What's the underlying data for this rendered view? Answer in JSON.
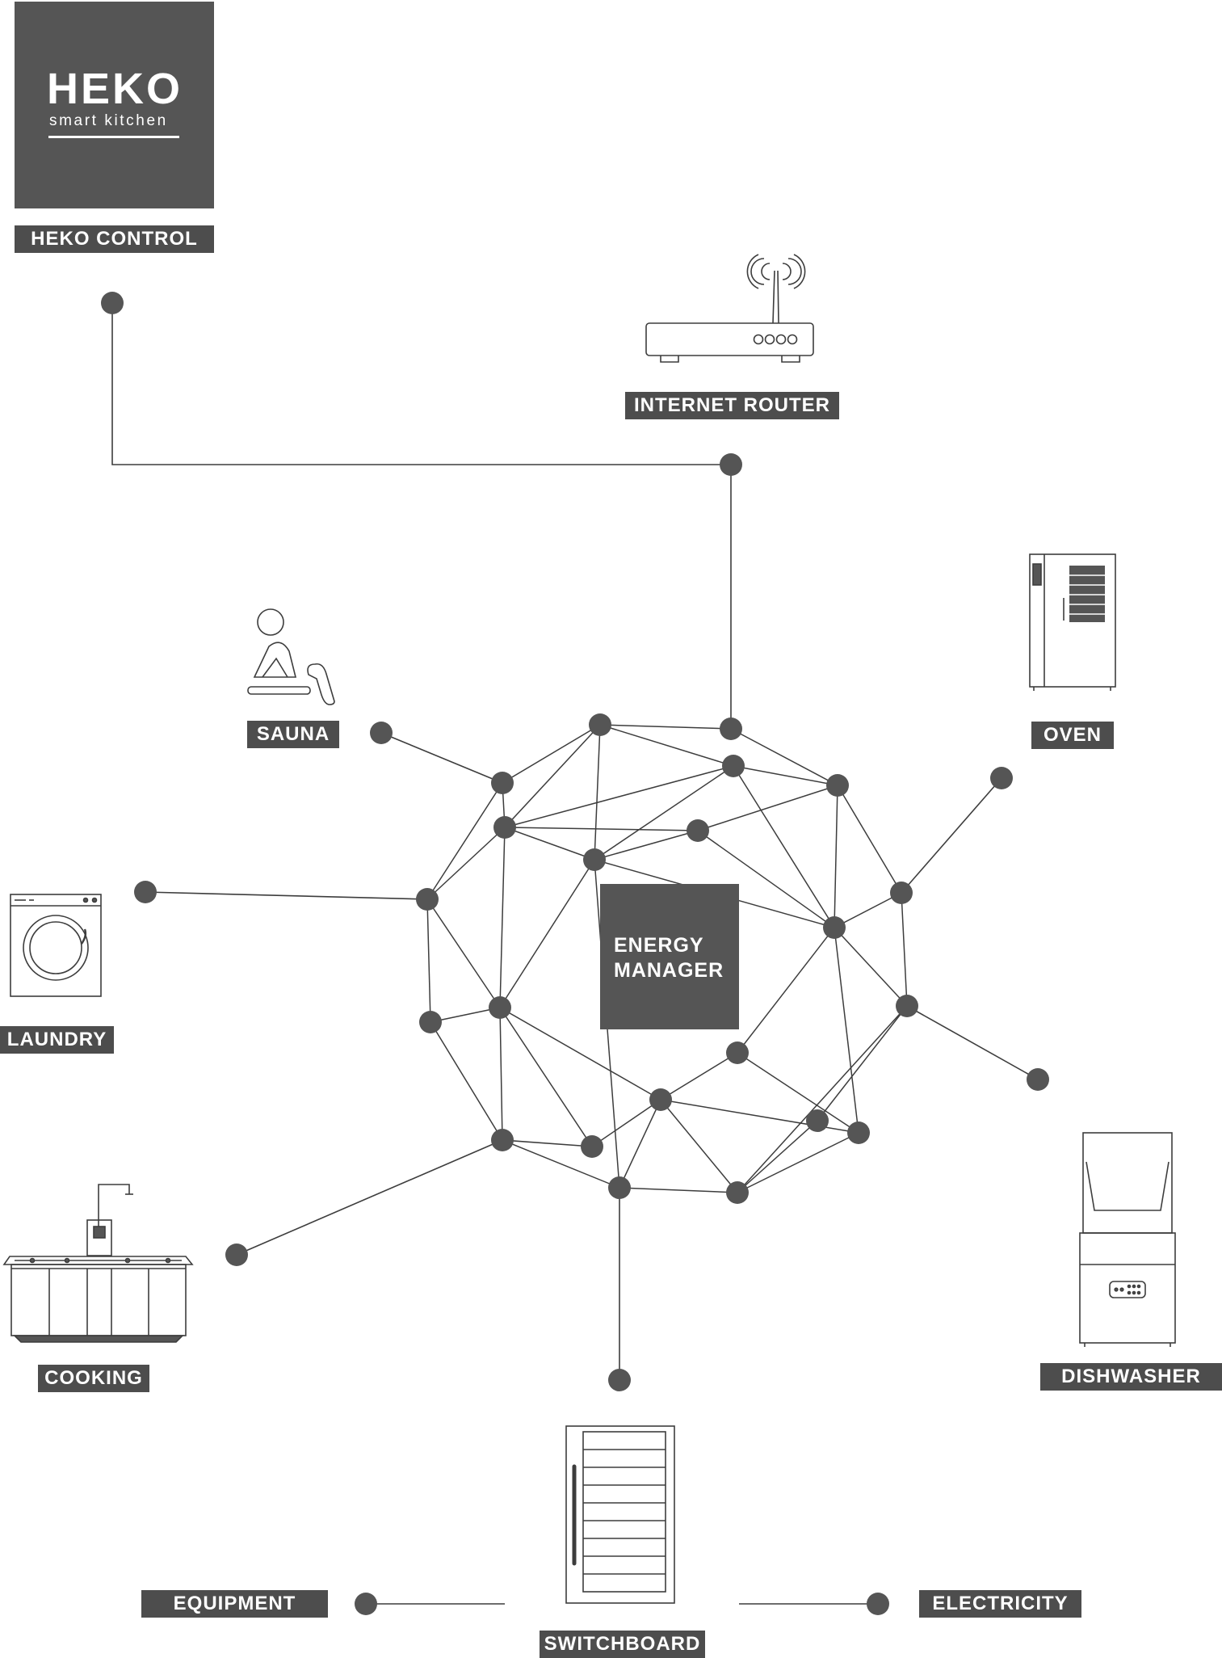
{
  "logo": {
    "brand": "HEKO",
    "tagline": "smart kitchen"
  },
  "labels": {
    "heko_control": "HEKO CONTROL",
    "internet_router": "INTERNET ROUTER",
    "sauna": "SAUNA",
    "oven": "OVEN",
    "laundry": "LAUNDRY",
    "cooking": "COOKING",
    "dishwasher": "DISHWASHER",
    "equipment": "EQUIPMENT",
    "switchboard": "SWITCHBOARD",
    "electricity": "ELECTRICITY"
  },
  "energy_manager": {
    "line1": "ENERGY",
    "line2": "MANAGER"
  },
  "colors": {
    "fill": "#555555",
    "label": "#4d4d4d",
    "line": "#3d3d3d",
    "text": "#ffffff"
  }
}
